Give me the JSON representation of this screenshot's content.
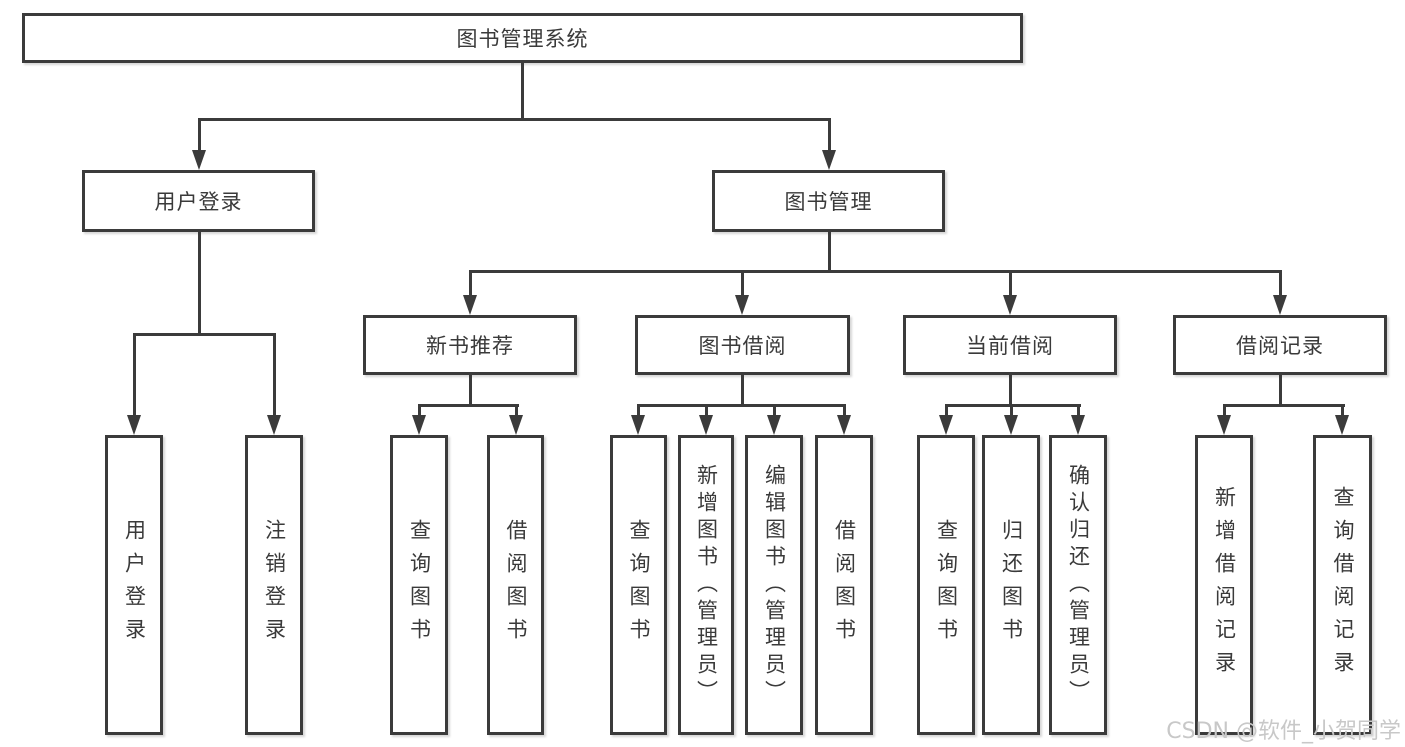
{
  "nodes": {
    "root": "图书管理系统",
    "user_login": "用户登录",
    "book_mgmt": "图书管理",
    "new_book_rec": "新书推荐",
    "book_borrow": "图书借阅",
    "current_borrow": "当前借阅",
    "borrow_record": "借阅记录",
    "leaf_user_login": "用户登录",
    "leaf_logout": "注销登录",
    "leaf_nb_query": "查询图书",
    "leaf_nb_borrow": "借阅图书",
    "leaf_bb_query": "查询图书",
    "leaf_bb_add": "新增图书（管理员）",
    "leaf_bb_edit": "编辑图书（管理员）",
    "leaf_bb_borrow": "借阅图书",
    "leaf_cb_query": "查询图书",
    "leaf_cb_return": "归还图书",
    "leaf_cb_confirm": "确认归还（管理员）",
    "leaf_br_add": "新增借阅记录",
    "leaf_br_query": "查询借阅记录"
  },
  "watermark": {
    "text": "CSDN @软件_小贺同学"
  },
  "colors": {
    "line": "#3b3b3b",
    "text": "#3a3a3a",
    "watermark": "#c8c8c8",
    "background": "#ffffff"
  }
}
